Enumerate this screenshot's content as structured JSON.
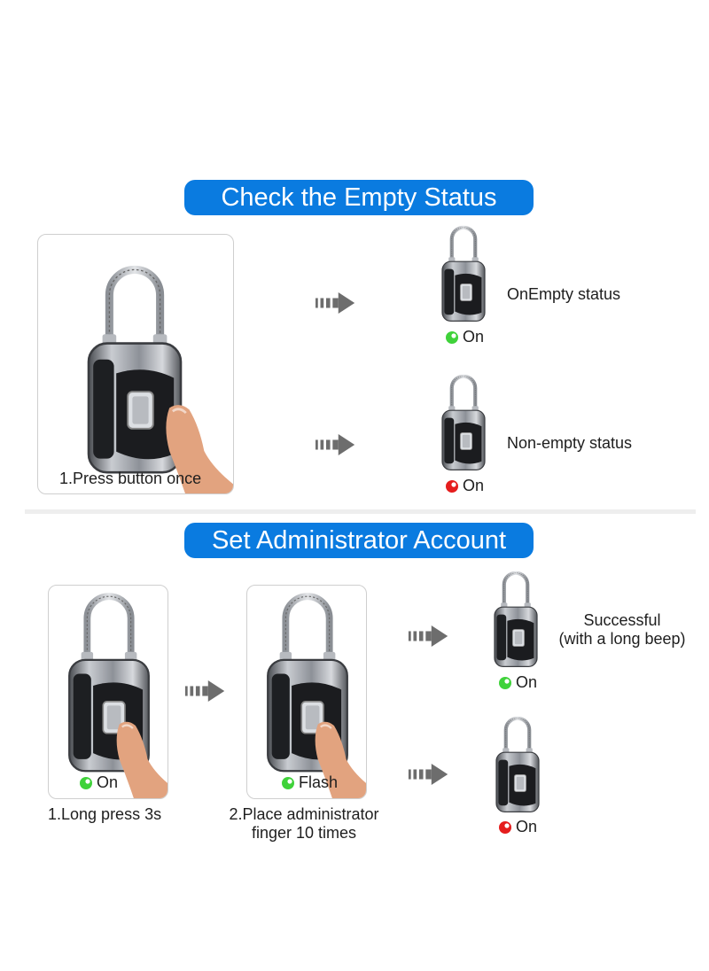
{
  "section1": {
    "title": "Check the Empty Status",
    "step_label": "1.Press button once",
    "result_empty": {
      "status": "OnEmpty status",
      "indicator": "On",
      "indicator_color": "#3fd23a"
    },
    "result_nonempty": {
      "status": "Non-empty status",
      "indicator": "On",
      "indicator_color": "#e51d1d"
    }
  },
  "section2": {
    "title": "Set Administrator Account",
    "step1": {
      "label": "1.Long press 3s",
      "indicator": "On",
      "indicator_color": "#3fd23a"
    },
    "step2": {
      "label_line1": "2.Place administrator",
      "label_line2": "finger 10 times",
      "indicator": "Flash",
      "indicator_color": "#3fd23a"
    },
    "result_success": {
      "line1": "Successful",
      "line2": "(with a long beep)",
      "indicator": "On",
      "indicator_color": "#3fd23a"
    },
    "result_fail": {
      "indicator": "On",
      "indicator_color": "#e51d1d"
    }
  },
  "colors": {
    "banner": "#0a7be0",
    "green_led": "#3fd23a",
    "red_led": "#e51d1d",
    "arrow": "#6d6d6d"
  },
  "icons": [
    "padlock-icon",
    "fingerprint-sensor-icon",
    "finger-icon",
    "arrow-icon",
    "led-dot-icon"
  ]
}
